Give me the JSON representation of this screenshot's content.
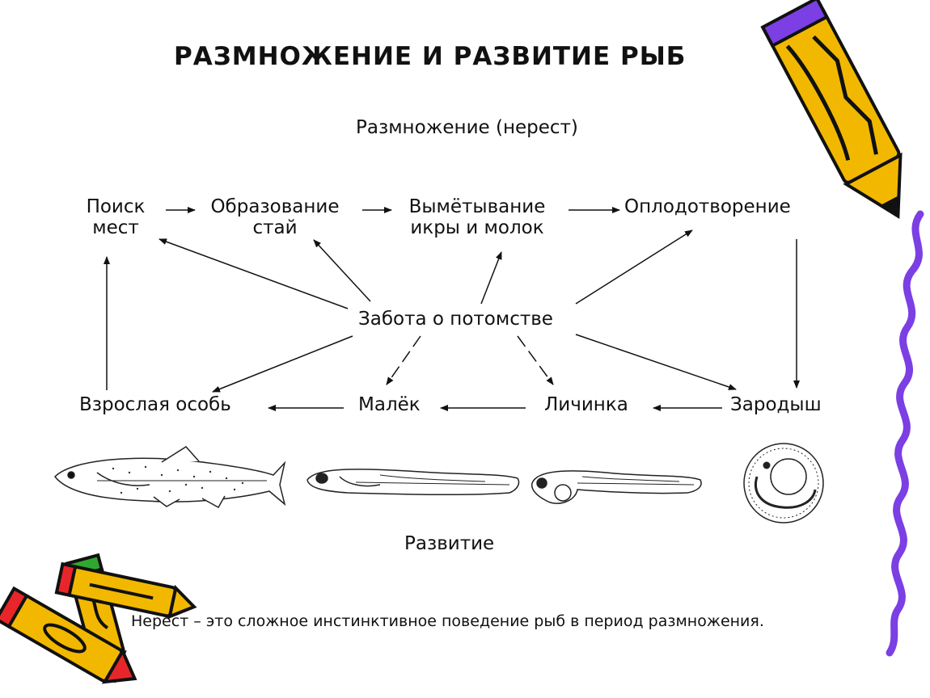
{
  "title": "РАЗМНОЖЕНИЕ И РАЗВИТИЕ РЫБ",
  "spawning_heading": "Размножение (нерест)",
  "development_heading": "Развитие",
  "nodes": {
    "search_line1": "Поиск",
    "search_line2": "мест",
    "school_line1": "Образование",
    "school_line2": "стай",
    "spawn_line1": "Вымётывание",
    "spawn_line2": "икры и молок",
    "fertilization": "Оплодотворение",
    "care": "Забота о потомстве",
    "adult": "Взрослая особь",
    "fry": "Малёк",
    "larva": "Личинка",
    "embryo": "Зародыш"
  },
  "footnote": "Нерест – это сложное инстинктивное поведение рыб  в период размножения.",
  "icons": [
    "pencil-icon",
    "crayon-icon",
    "adult-fish-icon",
    "fry-fish-icon",
    "larva-fish-icon",
    "embryo-egg-icon"
  ],
  "colors": {
    "pencil_yellow": "#F2B800",
    "pencil_dark": "#1a1a1a",
    "crayon_red": "#E8262A",
    "crayon_green": "#2FA82F",
    "purple_border": "#7B3FE4"
  }
}
